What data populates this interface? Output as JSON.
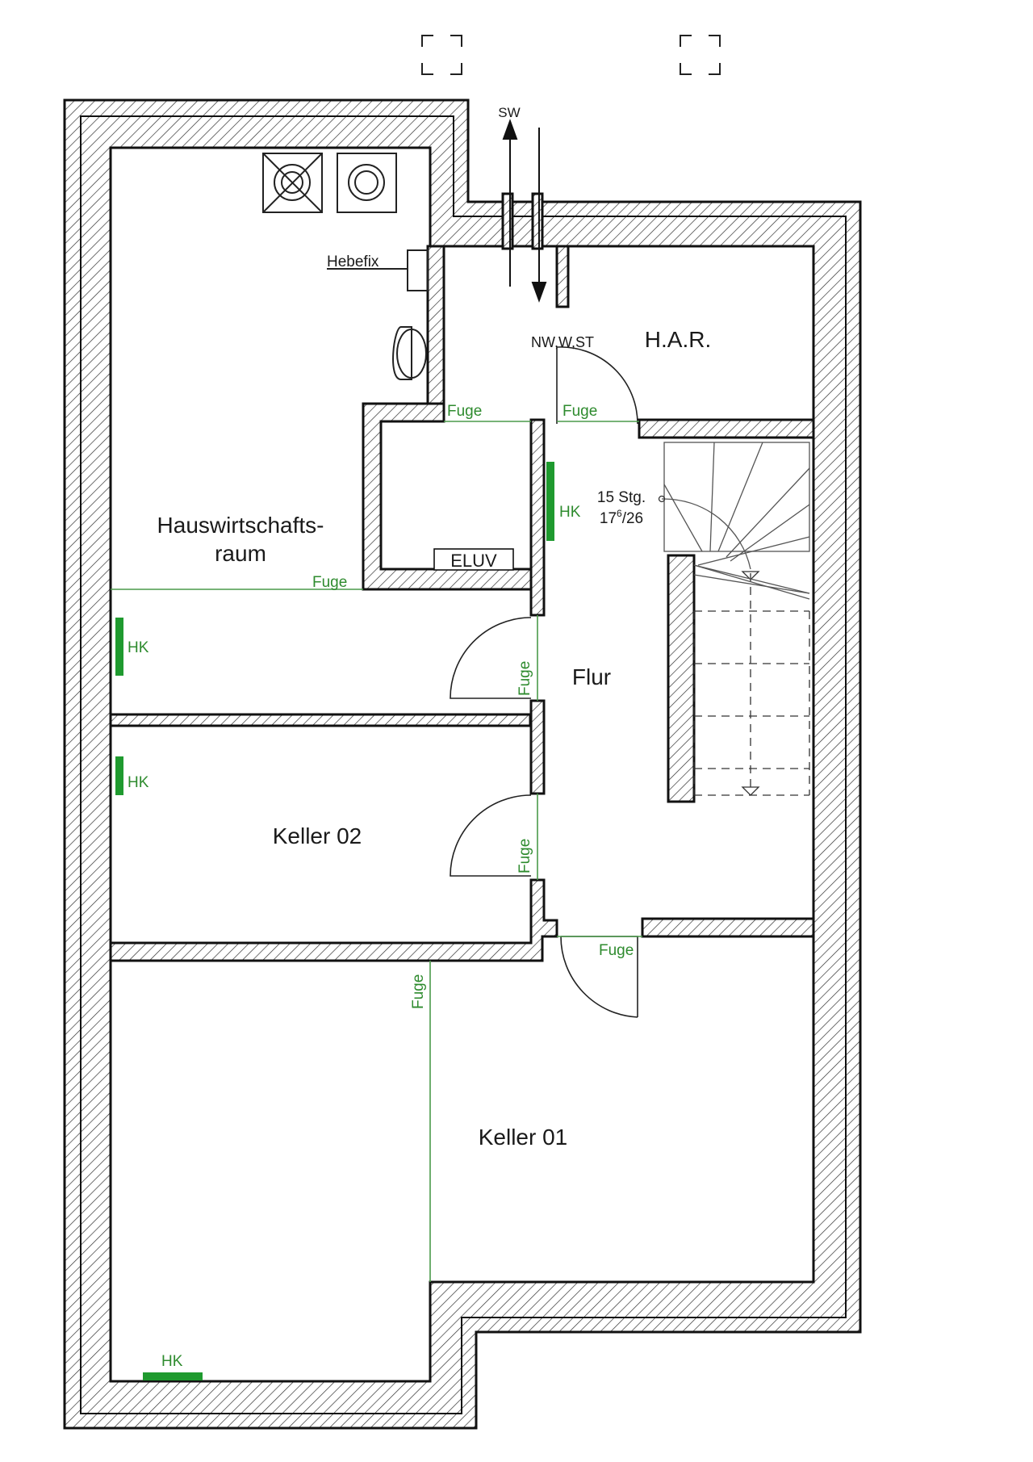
{
  "rooms": {
    "hauswirtschaft_line1": "Hauswirtschafts-",
    "hauswirtschaft_line2": "raum",
    "har": "H.A.R.",
    "flur": "Flur",
    "keller02": "Keller 02",
    "keller01": "Keller 01"
  },
  "labels": {
    "hebefix": "Hebefix",
    "eluv": "ELUV",
    "sw": "SW",
    "nw": "NW,W,ST",
    "stairs_count": "15 Stg.",
    "stairs_ratio_base": "17",
    "stairs_ratio_sup": "6",
    "stairs_ratio_tail": "/26"
  },
  "fuge": {
    "label": "Fuge"
  },
  "heating": {
    "label": "HK"
  },
  "colors": {
    "fuge": "#4a9a4a",
    "heating": "#1f9a2f",
    "wall_outline": "#111111"
  }
}
